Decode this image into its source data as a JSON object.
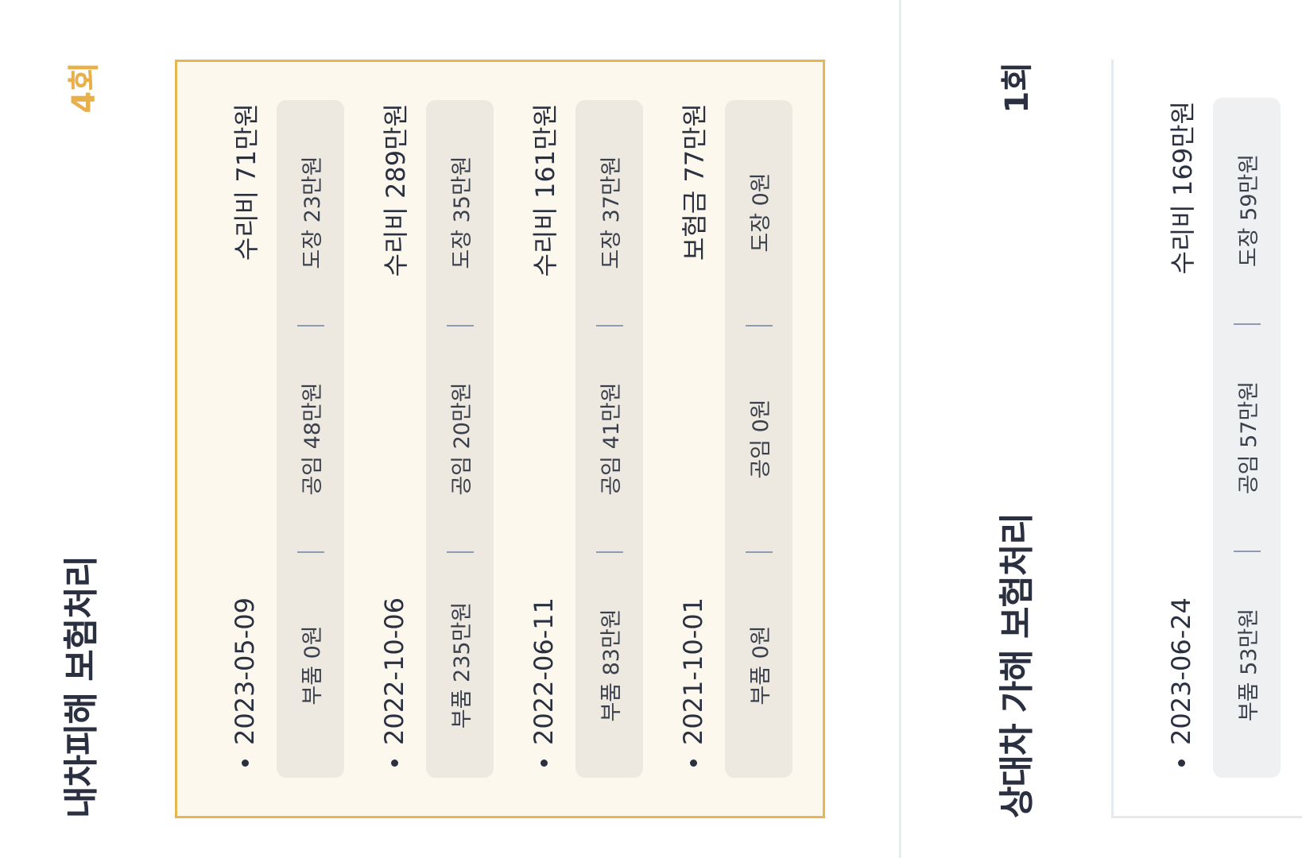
{
  "my_damage": {
    "title": "내차피해 보험처리",
    "count": "4회",
    "records": [
      {
        "date": "2023-05-09",
        "amount": "수리비 71만원",
        "parts": "부품 0원",
        "labor": "공임 48만원",
        "paint": "도장 23만원"
      },
      {
        "date": "2022-10-06",
        "amount": "수리비 289만원",
        "parts": "부품 235만원",
        "labor": "공임 20만원",
        "paint": "도장 35만원"
      },
      {
        "date": "2022-06-11",
        "amount": "수리비 161만원",
        "parts": "부품 83만원",
        "labor": "공임 41만원",
        "paint": "도장 37만원"
      },
      {
        "date": "2021-10-01",
        "amount": "보험금 77만원",
        "parts": "부품 0원",
        "labor": "공임 0원",
        "paint": "도장 0원"
      }
    ]
  },
  "other_damage": {
    "title": "상대차 가해 보험처리",
    "count": "1회",
    "records": [
      {
        "date": "2023-06-24",
        "amount": "수리비 169만원",
        "parts": "부품 53만원",
        "labor": "공임 57만원",
        "paint": "도장 59만원"
      }
    ]
  },
  "colors": {
    "accent": "#e8b04a",
    "dark": "#2b3040"
  }
}
